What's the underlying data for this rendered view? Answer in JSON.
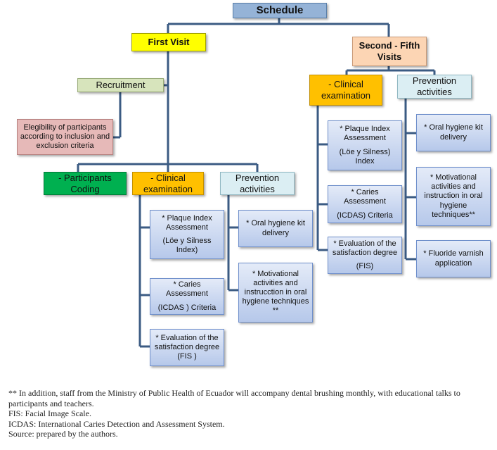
{
  "schedule": {
    "title": "Schedule"
  },
  "first_visit": {
    "title": "First Visit",
    "recruitment": "Recruitment",
    "eligibility": [
      "Elegibility of participants",
      "according to inclusion and",
      "exclusion criteria"
    ],
    "coding": [
      "- Participants",
      "Coding"
    ],
    "clinical": {
      "title": [
        "- Clinical",
        "examination"
      ],
      "plaque": [
        "* Plaque Index",
        "Assessment",
        "(Löe y Silness",
        "Index)"
      ],
      "caries": [
        "* Caries",
        "Assessment",
        "(ICDAS ) Criteria"
      ],
      "evaluation": [
        "* Evaluation of the",
        "satisfaction degree",
        "(FIS )"
      ]
    },
    "prevention": {
      "title": [
        "Prevention",
        "activities"
      ],
      "kit": [
        "* Oral hygiene kit",
        "delivery"
      ],
      "motivational": [
        "* Motivational",
        "activities and",
        "instrucction in oral",
        "hygiene techniques",
        "**"
      ]
    }
  },
  "second_visits": {
    "title": [
      "Second - Fifth",
      "Visits"
    ],
    "clinical": {
      "title": [
        "- Clinical",
        "examination"
      ],
      "plaque": [
        "* Plaque Index",
        "Assessment",
        "(Löe y Silness)",
        "Index"
      ],
      "caries": [
        "* Caries",
        "Assessment",
        "(ICDAS) Criteria"
      ],
      "evaluation": [
        "* Evaluation of the",
        "satisfaction degree",
        "(FIS)"
      ]
    },
    "prevention": {
      "title": [
        "Prevention",
        "activities"
      ],
      "kit": [
        "* Oral hygiene kit",
        "delivery"
      ],
      "motivational": [
        "* Motivational",
        "activities and",
        "instruction in oral",
        "hygiene",
        "techniques**"
      ],
      "fluoride": [
        "* Fluoride varnish",
        "application"
      ]
    }
  },
  "notes": [
    "** In addition, staff from the Ministry of Public Health of Ecuador will accompany dental brushing monthly, with educational talks to participants and teachers.",
    "FIS: Facial Image Scale.",
    "ICDAS: International Caries Detection and Assessment System.",
    "Source: prepared by the authors."
  ],
  "colors": {
    "connector": "#3b5b83",
    "schedule": "#95b3d7",
    "first_visit": "#ffff00",
    "second_visits": "#fcd5b4",
    "recruitment": "#d7e4bc",
    "eligibility": "#e6b9b8",
    "coding": "#00b050",
    "clinical": "#ffc000",
    "prevention": "#dbeef3",
    "activity": "#c6d5f0"
  }
}
